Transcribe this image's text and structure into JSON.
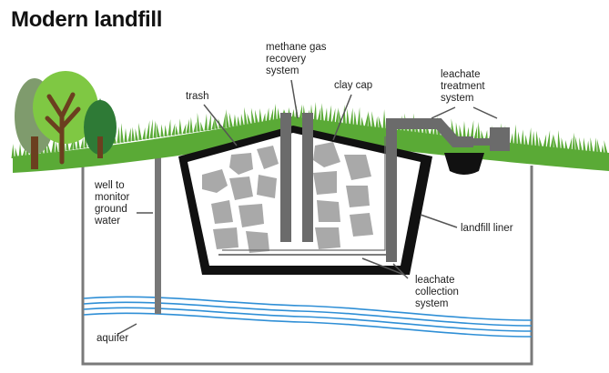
{
  "title": "Modern landfill",
  "labels": {
    "methane": [
      "methane gas",
      "recovery",
      "system"
    ],
    "trash": "trash",
    "clay_cap": "clay cap",
    "leachate_treatment": [
      "leachate",
      "treatment",
      "system"
    ],
    "well": [
      "well to",
      "monitor",
      "ground",
      "water"
    ],
    "landfill_liner": "landfill liner",
    "leachate_collection": [
      "leachate",
      "collection",
      "system"
    ],
    "aquifer": "aquifer"
  },
  "colors": {
    "grass": "#5aaa36",
    "liner": "#111111",
    "clay": "#ffffff",
    "pipe": "#6b6b6b",
    "trash": "#a9a9a9",
    "water": "#2f8fd6",
    "well_pipe": "#777777"
  }
}
